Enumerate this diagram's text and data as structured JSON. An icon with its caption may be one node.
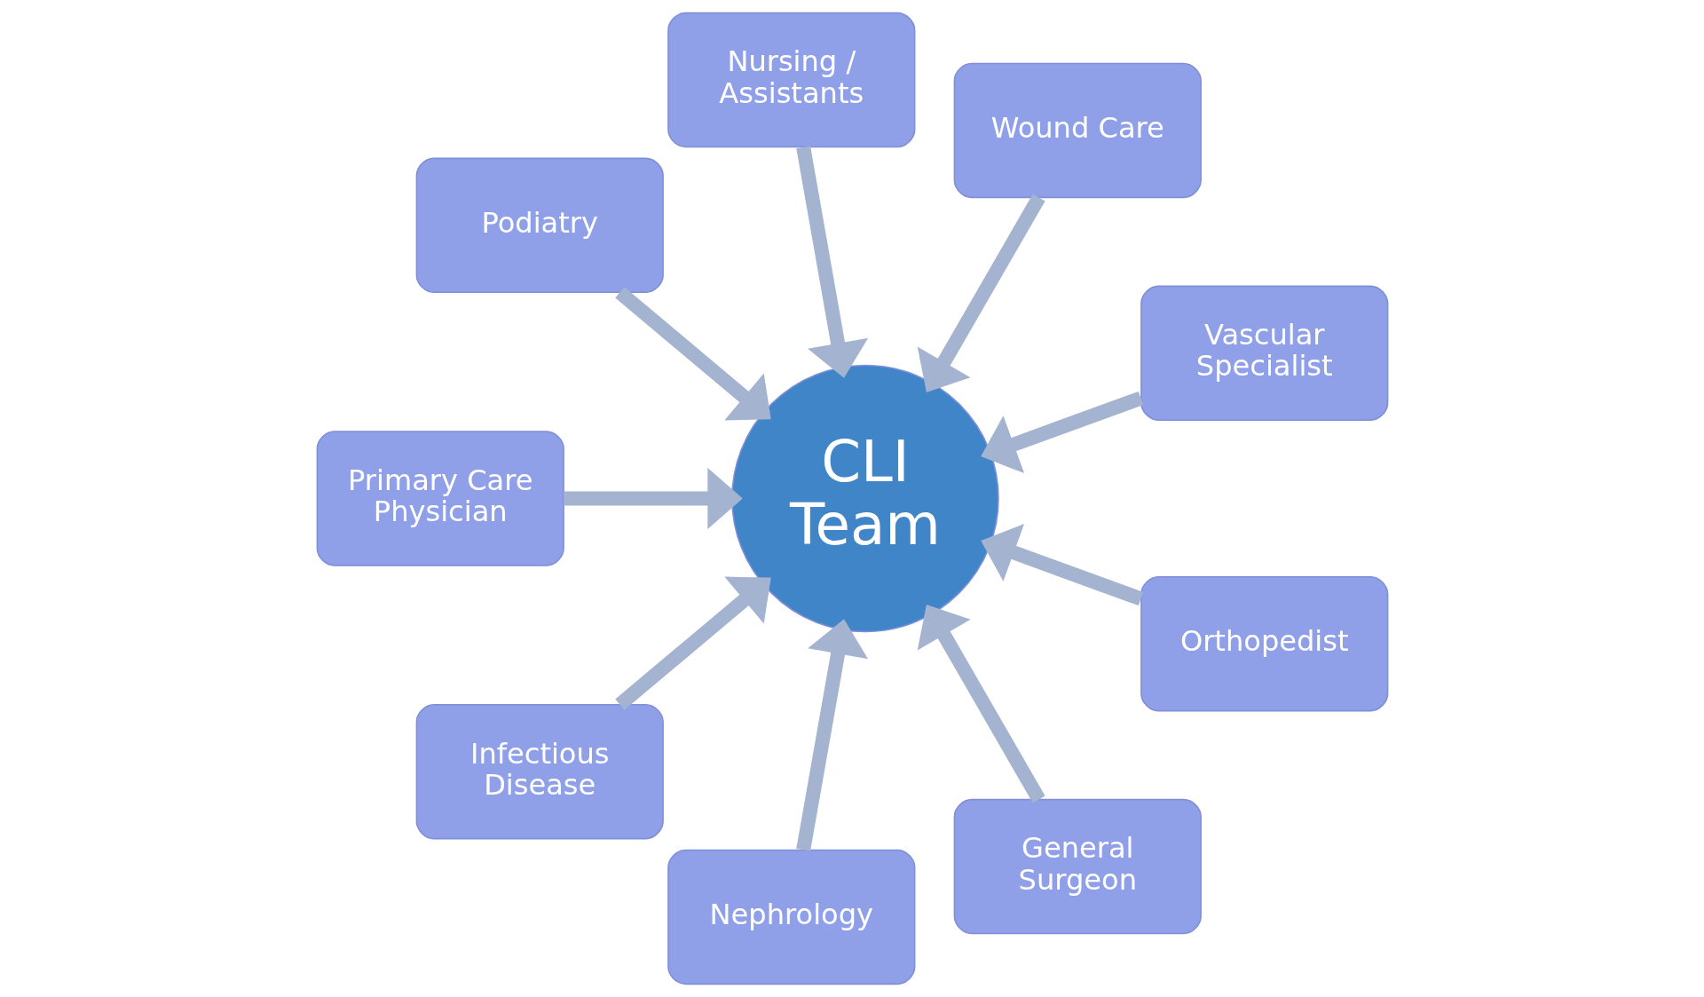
{
  "diagram": {
    "nodes": [
      {
        "text": [
          "Vascular Specialist"
        ]
      },
      {
        "text": [
          "Wound Care"
        ]
      },
      {
        "text": [
          "Nursing / Assistants"
        ]
      },
      {
        "text": [
          "Podiatry"
        ]
      },
      {
        "text": [
          "Primary Care Physician"
        ]
      },
      {
        "text": [
          "Infectious Disease"
        ]
      },
      {
        "text": [
          "Nephrology"
        ]
      },
      {
        "text": [
          "General Surgeon"
        ]
      },
      {
        "text": [
          "Orthopedist"
        ]
      },
      {
        "text": [
          "CLI Team"
        ]
      }
    ],
    "edges": [
      {
        "from": 0,
        "to": 9,
        "arrow": "to"
      },
      {
        "from": 1,
        "to": 9,
        "arrow": "to"
      },
      {
        "from": 2,
        "to": 9,
        "arrow": "to"
      },
      {
        "from": 3,
        "to": 9,
        "arrow": "to"
      },
      {
        "from": 4,
        "to": 9,
        "arrow": "to"
      },
      {
        "from": 5,
        "to": 9,
        "arrow": "to"
      },
      {
        "from": 6,
        "to": 9,
        "arrow": "to"
      },
      {
        "from": 7,
        "to": 9,
        "arrow": "to"
      },
      {
        "from": 8,
        "to": 9,
        "arrow": "to"
      }
    ]
  }
}
